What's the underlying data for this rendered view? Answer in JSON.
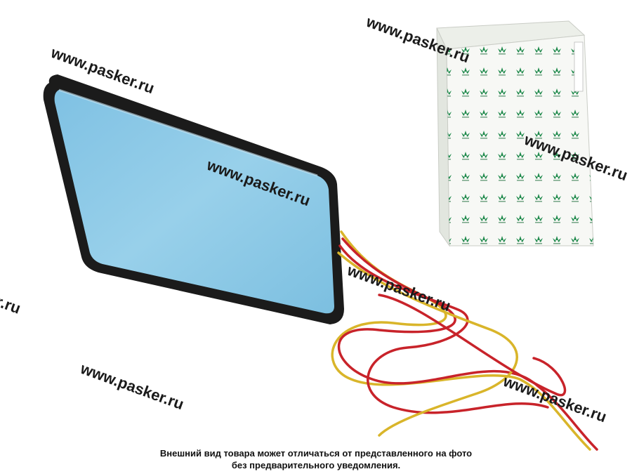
{
  "watermark": "www.pasker.ru",
  "watermark_partial": "er.ru",
  "disclaimer": {
    "line1": "Внешний вид товара может отличаться от представленного на фото",
    "line2": "без предварительного уведомления."
  },
  "colors": {
    "mirror_glass": "#8ec9e6",
    "frame": "#1b1b1b",
    "wire_red": "#c8232a",
    "wire_yellow": "#d9b52a",
    "box_logo": "#1f8a4c"
  }
}
